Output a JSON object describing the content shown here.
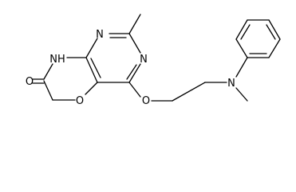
{
  "atoms": {
    "n_top": "N",
    "n_right": "N",
    "nh": "NH",
    "o_ring": "O",
    "o_carbonyl": "O",
    "o_ether": "O",
    "n_amine": "N"
  }
}
